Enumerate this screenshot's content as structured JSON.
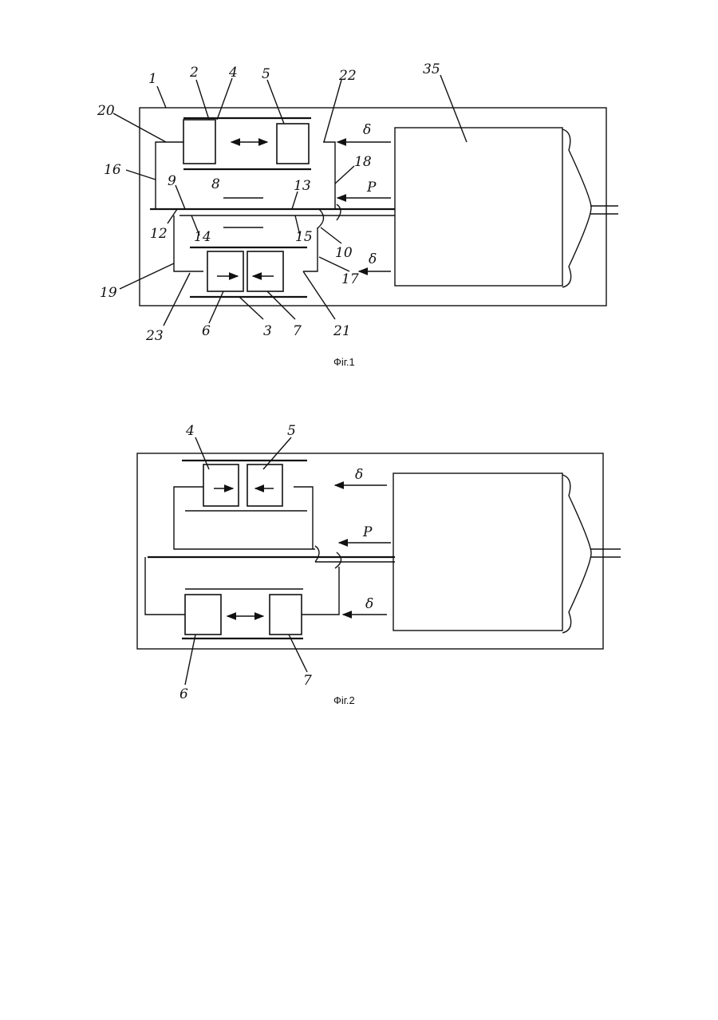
{
  "fig1": {
    "caption": "Фіг.1",
    "labels": {
      "l1": "1",
      "l2": "2",
      "l4": "4",
      "l5": "5",
      "l22": "22",
      "l35": "35",
      "l20": "20",
      "l16": "16",
      "l18": "18",
      "l9": "9",
      "l8": "8",
      "l13": "13",
      "l12": "12",
      "l14": "14",
      "l15": "15",
      "l10": "10",
      "l19": "19",
      "l17": "17",
      "l23": "23",
      "l6": "6",
      "l3": "3",
      "l7": "7",
      "l21": "21"
    },
    "delta_top": "δ",
    "pressure": "P",
    "delta_bottom": "δ"
  },
  "fig2": {
    "caption": "Фіг.2",
    "labels": {
      "l4": "4",
      "l5": "5",
      "l6": "6",
      "l7": "7"
    },
    "delta_top": "δ",
    "pressure": "P",
    "delta_bottom": "δ"
  }
}
